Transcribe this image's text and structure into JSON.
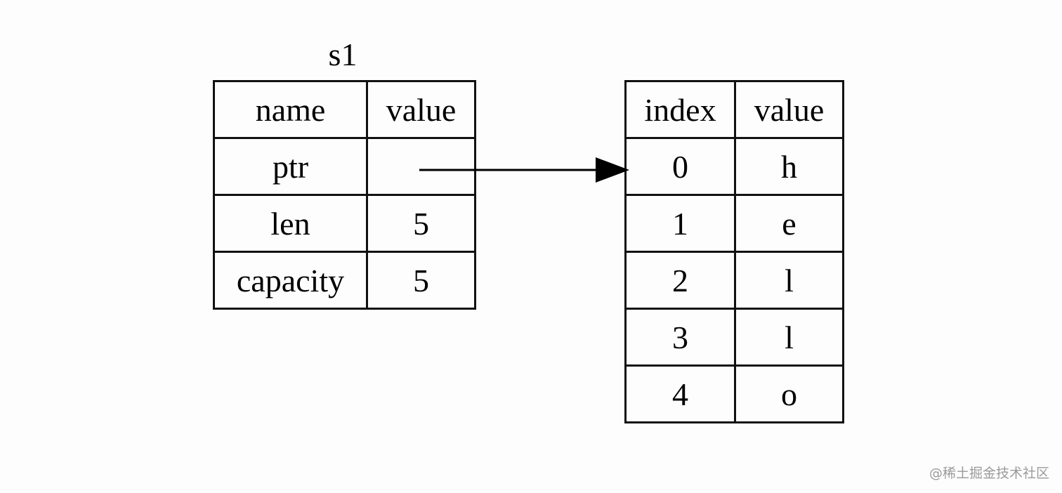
{
  "stack": {
    "label": "s1",
    "headers": [
      "name",
      "value"
    ],
    "rows": [
      {
        "name": "ptr",
        "value": ""
      },
      {
        "name": "len",
        "value": "5"
      },
      {
        "name": "capacity",
        "value": "5"
      }
    ]
  },
  "heap": {
    "headers": [
      "index",
      "value"
    ],
    "rows": [
      {
        "index": "0",
        "value": "h"
      },
      {
        "index": "1",
        "value": "e"
      },
      {
        "index": "2",
        "value": "l"
      },
      {
        "index": "3",
        "value": "l"
      },
      {
        "index": "4",
        "value": "o"
      }
    ]
  },
  "watermark": "@稀土掘金技术社区"
}
